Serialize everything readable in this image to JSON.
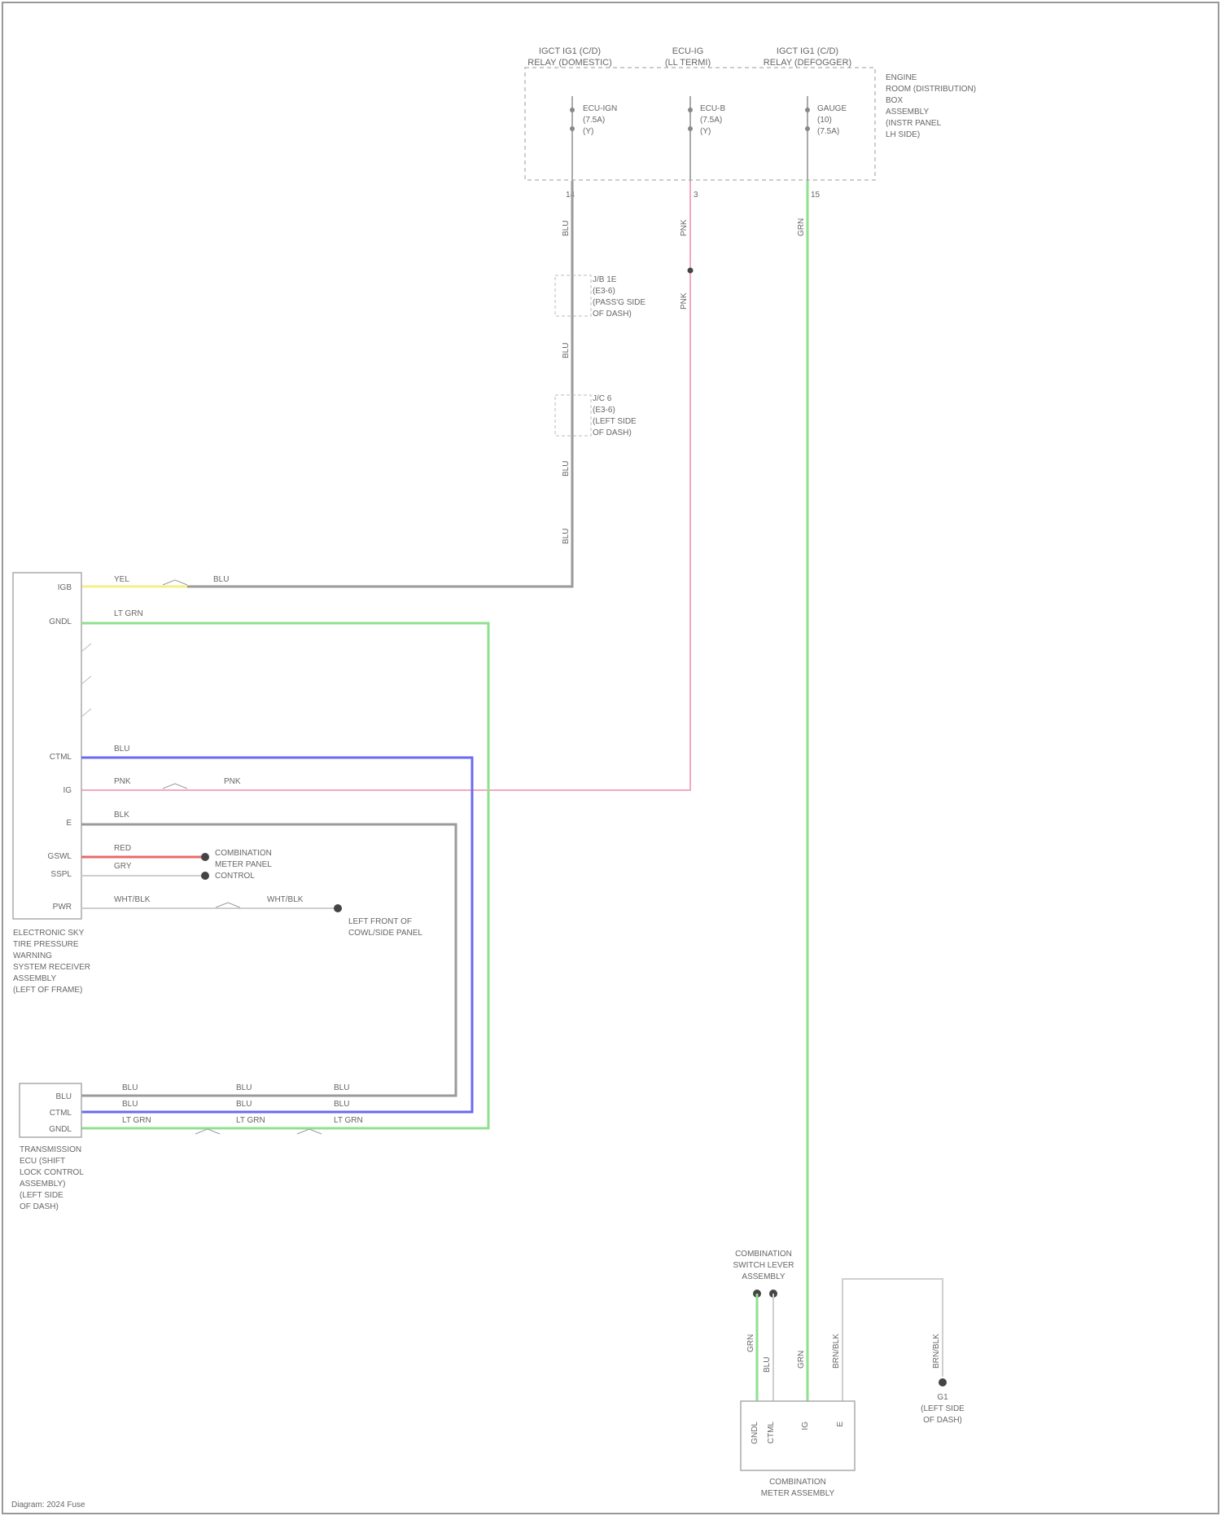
{
  "diagram": {
    "top_fuses": [
      {
        "label_l1": "IGCT IG1 (C/D)",
        "label_l2": "RELAY (DOMESTIC)",
        "fuse_l1": "ECU-IGN",
        "fuse_l2": "(7.5A)",
        "fuse_l3": "(Y)",
        "pin": "14"
      },
      {
        "label_l1": "ECU-IG",
        "label_l2": "(LL TERMI)",
        "fuse_l1": "ECU-B",
        "fuse_l2": "(7.5A)",
        "fuse_l3": "(Y)",
        "pin": "3"
      },
      {
        "label_l1": "IGCT IG1 (C/D)",
        "label_l2": "RELAY (DEFOGGER)",
        "fuse_l1": "GAUGE",
        "fuse_l2": "(10)",
        "fuse_l3": "(7.5A)",
        "pin": "15"
      }
    ],
    "engine_room_block": [
      "ENGINE",
      "ROOM (DISTRIBUTION)",
      "BOX",
      "ASSEMBLY",
      "(INSTR PANEL",
      "LH SIDE)"
    ],
    "wire_labels": {
      "gray_a": "BLU",
      "gray_b": "BLU",
      "gray_c": "BLU",
      "gray_d": "BLU",
      "pink_a": "PNK",
      "pink_b": "PNK",
      "green_a": "GRN"
    },
    "junctions": [
      [
        "J/B 1E",
        "(E3-6)",
        "(PASS'G SIDE",
        "OF DASH)"
      ],
      [
        "J/C 6",
        "(E3-6)",
        "(LEFT SIDE",
        "OF DASH)"
      ]
    ],
    "ecm_pins": [
      "IGB",
      "GNDL",
      "",
      "",
      "",
      "CTML",
      "IG",
      "E",
      "GSWL",
      "SSPL",
      "PWR"
    ],
    "ecm_wires": [
      "YEL",
      "LT GRN",
      "",
      "",
      "",
      "BLU",
      "PNK",
      "BLK",
      "RED",
      "GRY",
      "WHT/BLK"
    ],
    "ecm_wires_b": [
      "BLU",
      "",
      "",
      "",
      "",
      "",
      "PNK",
      "",
      "",
      "",
      "WHT/BLK"
    ],
    "ecm_name": [
      "ELECTRONIC SKY",
      "TIRE PRESSURE",
      "WARNING",
      "SYSTEM RECEIVER",
      "ASSEMBLY",
      "(LEFT OF FRAME)"
    ],
    "combo_switch_labels": [
      "COMBINATION",
      "METER PANEL",
      "CONTROL"
    ],
    "ground_label": [
      "LEFT FRONT OF",
      "COWL/SIDE PANEL"
    ],
    "transmission_pins": [
      "BLU",
      "CTML",
      "GNDL"
    ],
    "transmission_wires": [
      [
        "BLU",
        "BLU",
        "BLU"
      ],
      [
        "BLU",
        "BLU",
        "BLU"
      ],
      [
        "LT GRN",
        "LT GRN",
        "LT GRN"
      ]
    ],
    "transmission_name": [
      "TRANSMISSION",
      "ECU (SHIFT",
      "LOCK CONTROL",
      "ASSEMBLY)",
      "(LEFT SIDE",
      "OF DASH)"
    ],
    "combination_switch_top": [
      "COMBINATION",
      "SWITCH LEVER",
      "ASSEMBLY"
    ],
    "meter_wires": [
      "GRN",
      "BLU",
      "GRN",
      "BRN/BLK",
      "BRN/BLK"
    ],
    "meter_pins": [
      "GNDL",
      "CTML",
      "IG",
      "E"
    ],
    "meter_name": [
      "COMBINATION",
      "METER ASSEMBLY"
    ],
    "right_ground": [
      "G1",
      "(LEFT SIDE",
      "OF DASH)"
    ],
    "footer": "Diagram: 2024 Fuse"
  },
  "colors": {
    "gray": "#888888",
    "pink": "#f3a8bf",
    "green": "#8fe08f",
    "blue": "#6a6af0",
    "red": "#e86a6a",
    "yellow": "#f3f08a",
    "text": "#666666"
  }
}
